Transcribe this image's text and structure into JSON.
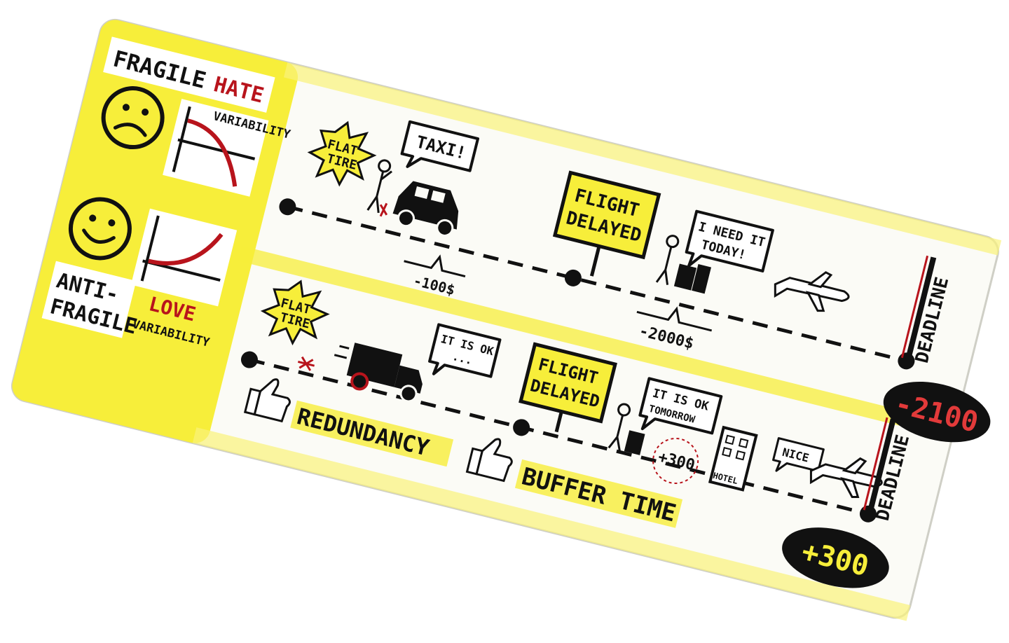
{
  "legend": {
    "fragile": {
      "title": "FRAGILE",
      "emotion": "HATE",
      "trait": "VARIABILITY"
    },
    "antifragile": {
      "title_line1": "ANTI-",
      "title_line2": "FRAGILE",
      "emotion": "LOVE",
      "trait": "VARIABILITY"
    }
  },
  "fragile_story": {
    "flat_tire_line1": "FLAT",
    "flat_tire_line2": "TIRE",
    "taxi_bubble": "TAXI!",
    "cost_small": "-100$",
    "flight_line1": "FLIGHT",
    "flight_line2": "DELAYED",
    "need_line1": "I NEED IT",
    "need_line2": "TODAY!",
    "cost_big": "-2000$",
    "deadline": "DEADLINE",
    "total": "-2100"
  },
  "antifragile_story": {
    "flat_tire_line1": "FLAT",
    "flat_tire_line2": "TIRE",
    "ok_line1": "IT IS OK",
    "ok_line2": "...",
    "redundancy": "REDUNDANCY",
    "flight_line1": "FLIGHT",
    "flight_line2": "DELAYED",
    "tomorrow_line1": "IT IS OK",
    "tomorrow_line2": "TOMORROW",
    "bonus": "+300",
    "hotel": "HOTEL",
    "nice": "NICE",
    "buffer": "BUFFER TIME",
    "deadline": "DEADLINE",
    "total": "+300"
  },
  "colors": {
    "yellow": "#f7ee3a",
    "red": "#b8141c",
    "ink": "#111111",
    "paper": "#fbfbf6"
  }
}
